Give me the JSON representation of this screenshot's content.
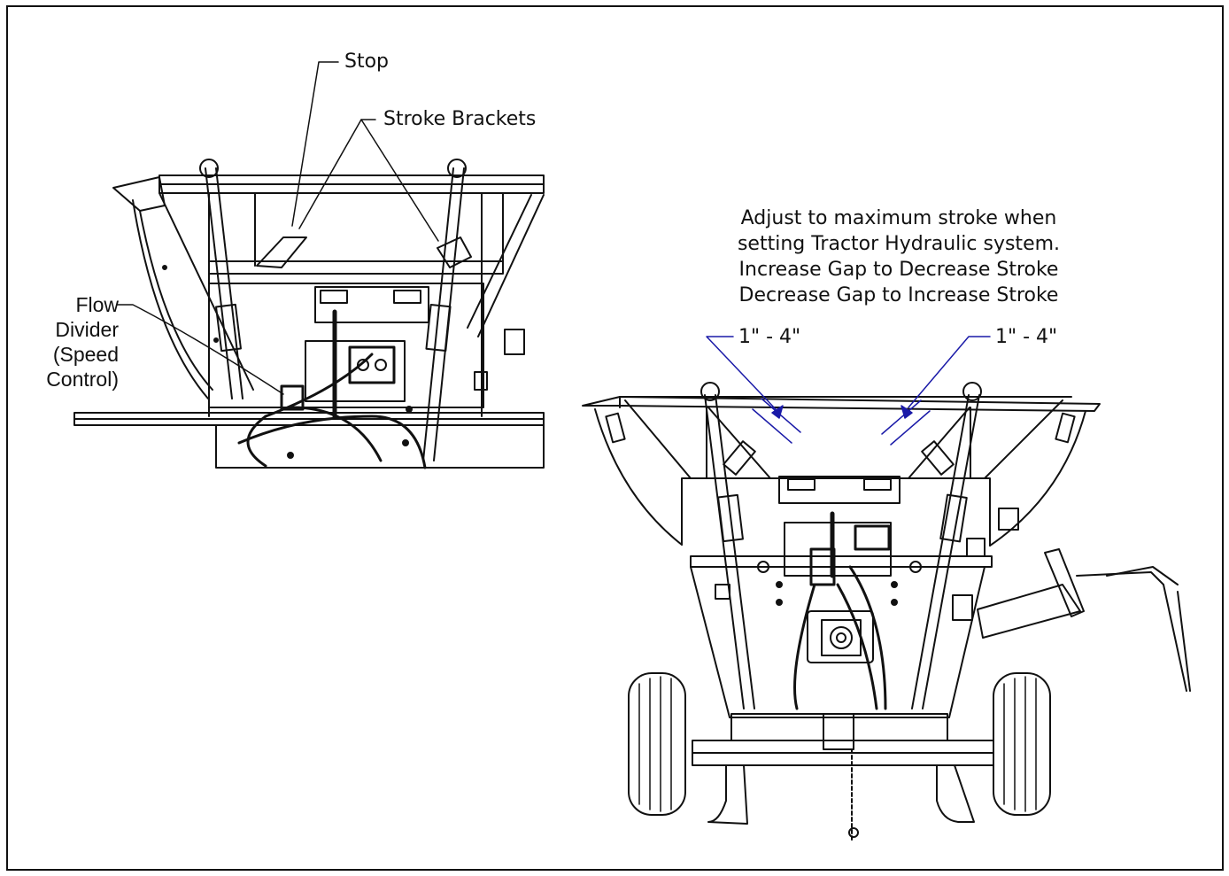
{
  "labels": {
    "stop": "Stop",
    "stroke_brackets": "Stroke Brackets",
    "flow_divider": [
      "Flow",
      "Divider",
      "(Speed",
      "Control)"
    ],
    "gap_left": "1\" - 4\"",
    "gap_right": "1\" - 4\""
  },
  "note": {
    "lines": [
      "Adjust to maximum stroke when",
      "setting Tractor Hydraulic system.",
      "Increase Gap to Decrease Stroke",
      "Decrease Gap to Increase Stroke"
    ]
  },
  "colors": {
    "line": "#111111",
    "dimension": "#1a1aa8"
  }
}
